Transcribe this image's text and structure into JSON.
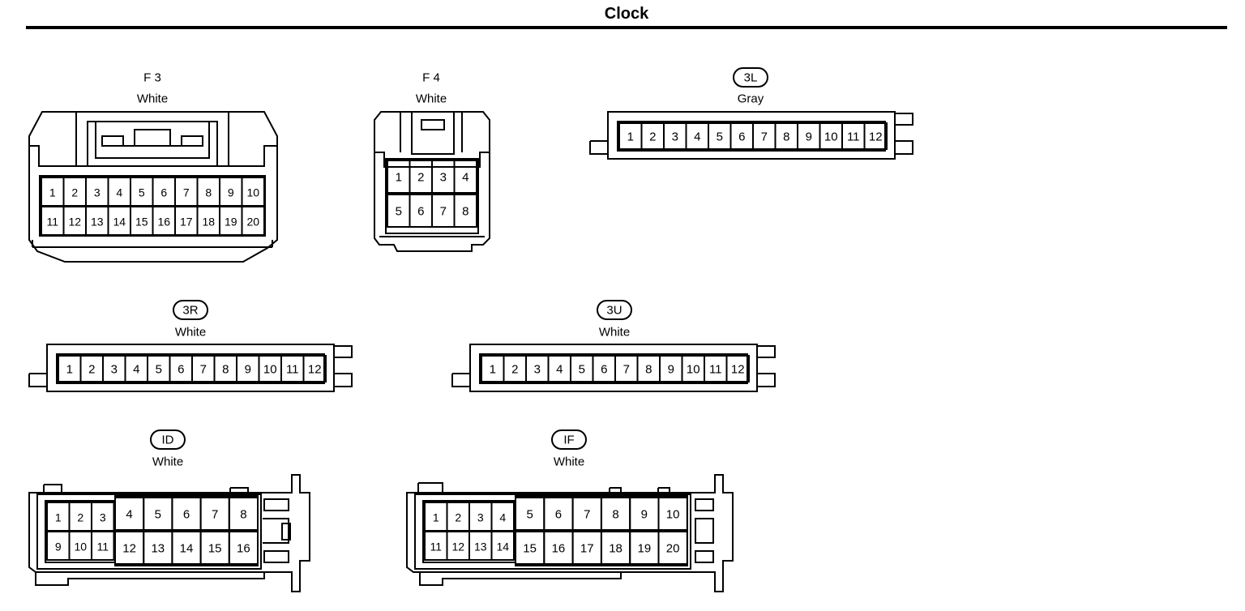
{
  "title": "Clock",
  "connectors": [
    {
      "id": "f3",
      "code": "F 3",
      "badge": false,
      "color": "White",
      "pins": [
        "1",
        "2",
        "3",
        "4",
        "5",
        "6",
        "7",
        "8",
        "9",
        "10",
        "11",
        "12",
        "13",
        "14",
        "15",
        "16",
        "17",
        "18",
        "19",
        "20"
      ]
    },
    {
      "id": "f4",
      "code": "F 4",
      "badge": false,
      "color": "White",
      "pins": [
        "1",
        "2",
        "3",
        "4",
        "5",
        "6",
        "7",
        "8"
      ]
    },
    {
      "id": "3l",
      "code": "3L",
      "badge": true,
      "color": "Gray",
      "pins": [
        "1",
        "2",
        "3",
        "4",
        "5",
        "6",
        "7",
        "8",
        "9",
        "10",
        "11",
        "12"
      ]
    },
    {
      "id": "3r",
      "code": "3R",
      "badge": true,
      "color": "White",
      "pins": [
        "1",
        "2",
        "3",
        "4",
        "5",
        "6",
        "7",
        "8",
        "9",
        "10",
        "11",
        "12"
      ]
    },
    {
      "id": "3u",
      "code": "3U",
      "badge": true,
      "color": "White",
      "pins": [
        "1",
        "2",
        "3",
        "4",
        "5",
        "6",
        "7",
        "8",
        "9",
        "10",
        "11",
        "12"
      ]
    },
    {
      "id": "id",
      "code": "ID",
      "badge": true,
      "color": "White",
      "pins": [
        "1",
        "2",
        "3",
        "4",
        "5",
        "6",
        "7",
        "8",
        "9",
        "10",
        "11",
        "12",
        "13",
        "14",
        "15",
        "16"
      ]
    },
    {
      "id": "if",
      "code": "IF",
      "badge": true,
      "color": "White",
      "pins": [
        "1",
        "2",
        "3",
        "4",
        "5",
        "6",
        "7",
        "8",
        "9",
        "10",
        "11",
        "12",
        "13",
        "14",
        "15",
        "16",
        "17",
        "18",
        "19",
        "20"
      ]
    }
  ]
}
